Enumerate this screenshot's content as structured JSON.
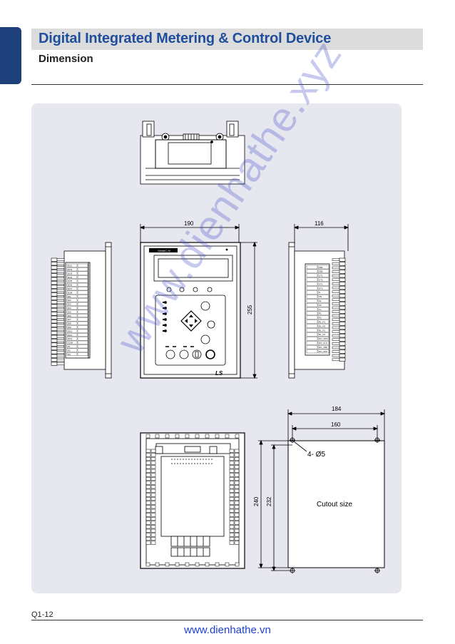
{
  "header": {
    "title": "Digital Integrated Metering & Control Device",
    "subtitle": "Dimension"
  },
  "drawing": {
    "front_width": "190",
    "front_height": "255",
    "side_depth": "116",
    "cutout_outer_width": "184",
    "cutout_inner_width": "160",
    "cutout_outer_height": "240",
    "cutout_inner_height": "232",
    "hole_spec": "4- Ø5",
    "cutout_label": "Cutout size",
    "left_terminal_labels": [
      "DO1",
      "DO2",
      "DO3",
      "DO4",
      "DO5",
      "DO6",
      "DO7",
      "DO8",
      "DI1",
      "DI2",
      "DI3",
      "DI4",
      "DI5",
      "DI6",
      "DI7",
      "DI8",
      "DI9",
      "DI10",
      "DI11",
      "DI12",
      "COM",
      "P1",
      "P2",
      "P3"
    ],
    "right_terminal_labels": [
      "CB1",
      "CB2",
      "CT1",
      "CT2",
      "VT1",
      "VT2",
      "N",
      "VN",
      "Va",
      "Vb",
      "Vc",
      "P1",
      "P2",
      "RL_P1",
      "RL_P2",
      "RL_F1",
      "RL_F2",
      "DO_OPN",
      "DO_CLS",
      "DO_TRP",
      "DO_OFF"
    ],
    "logo": "LS",
    "display_brand": "GIMAC-IV"
  },
  "watermark": "www.dienhathe.xyz",
  "footer": {
    "page_number": "Q1-12",
    "url": "www.dienhathe.vn"
  },
  "colors": {
    "title_blue": "#1f4f9c",
    "tab_blue": "#1d3f7a",
    "panel_bg": "#e6e7ef",
    "footer_link": "#1f3fd0"
  }
}
